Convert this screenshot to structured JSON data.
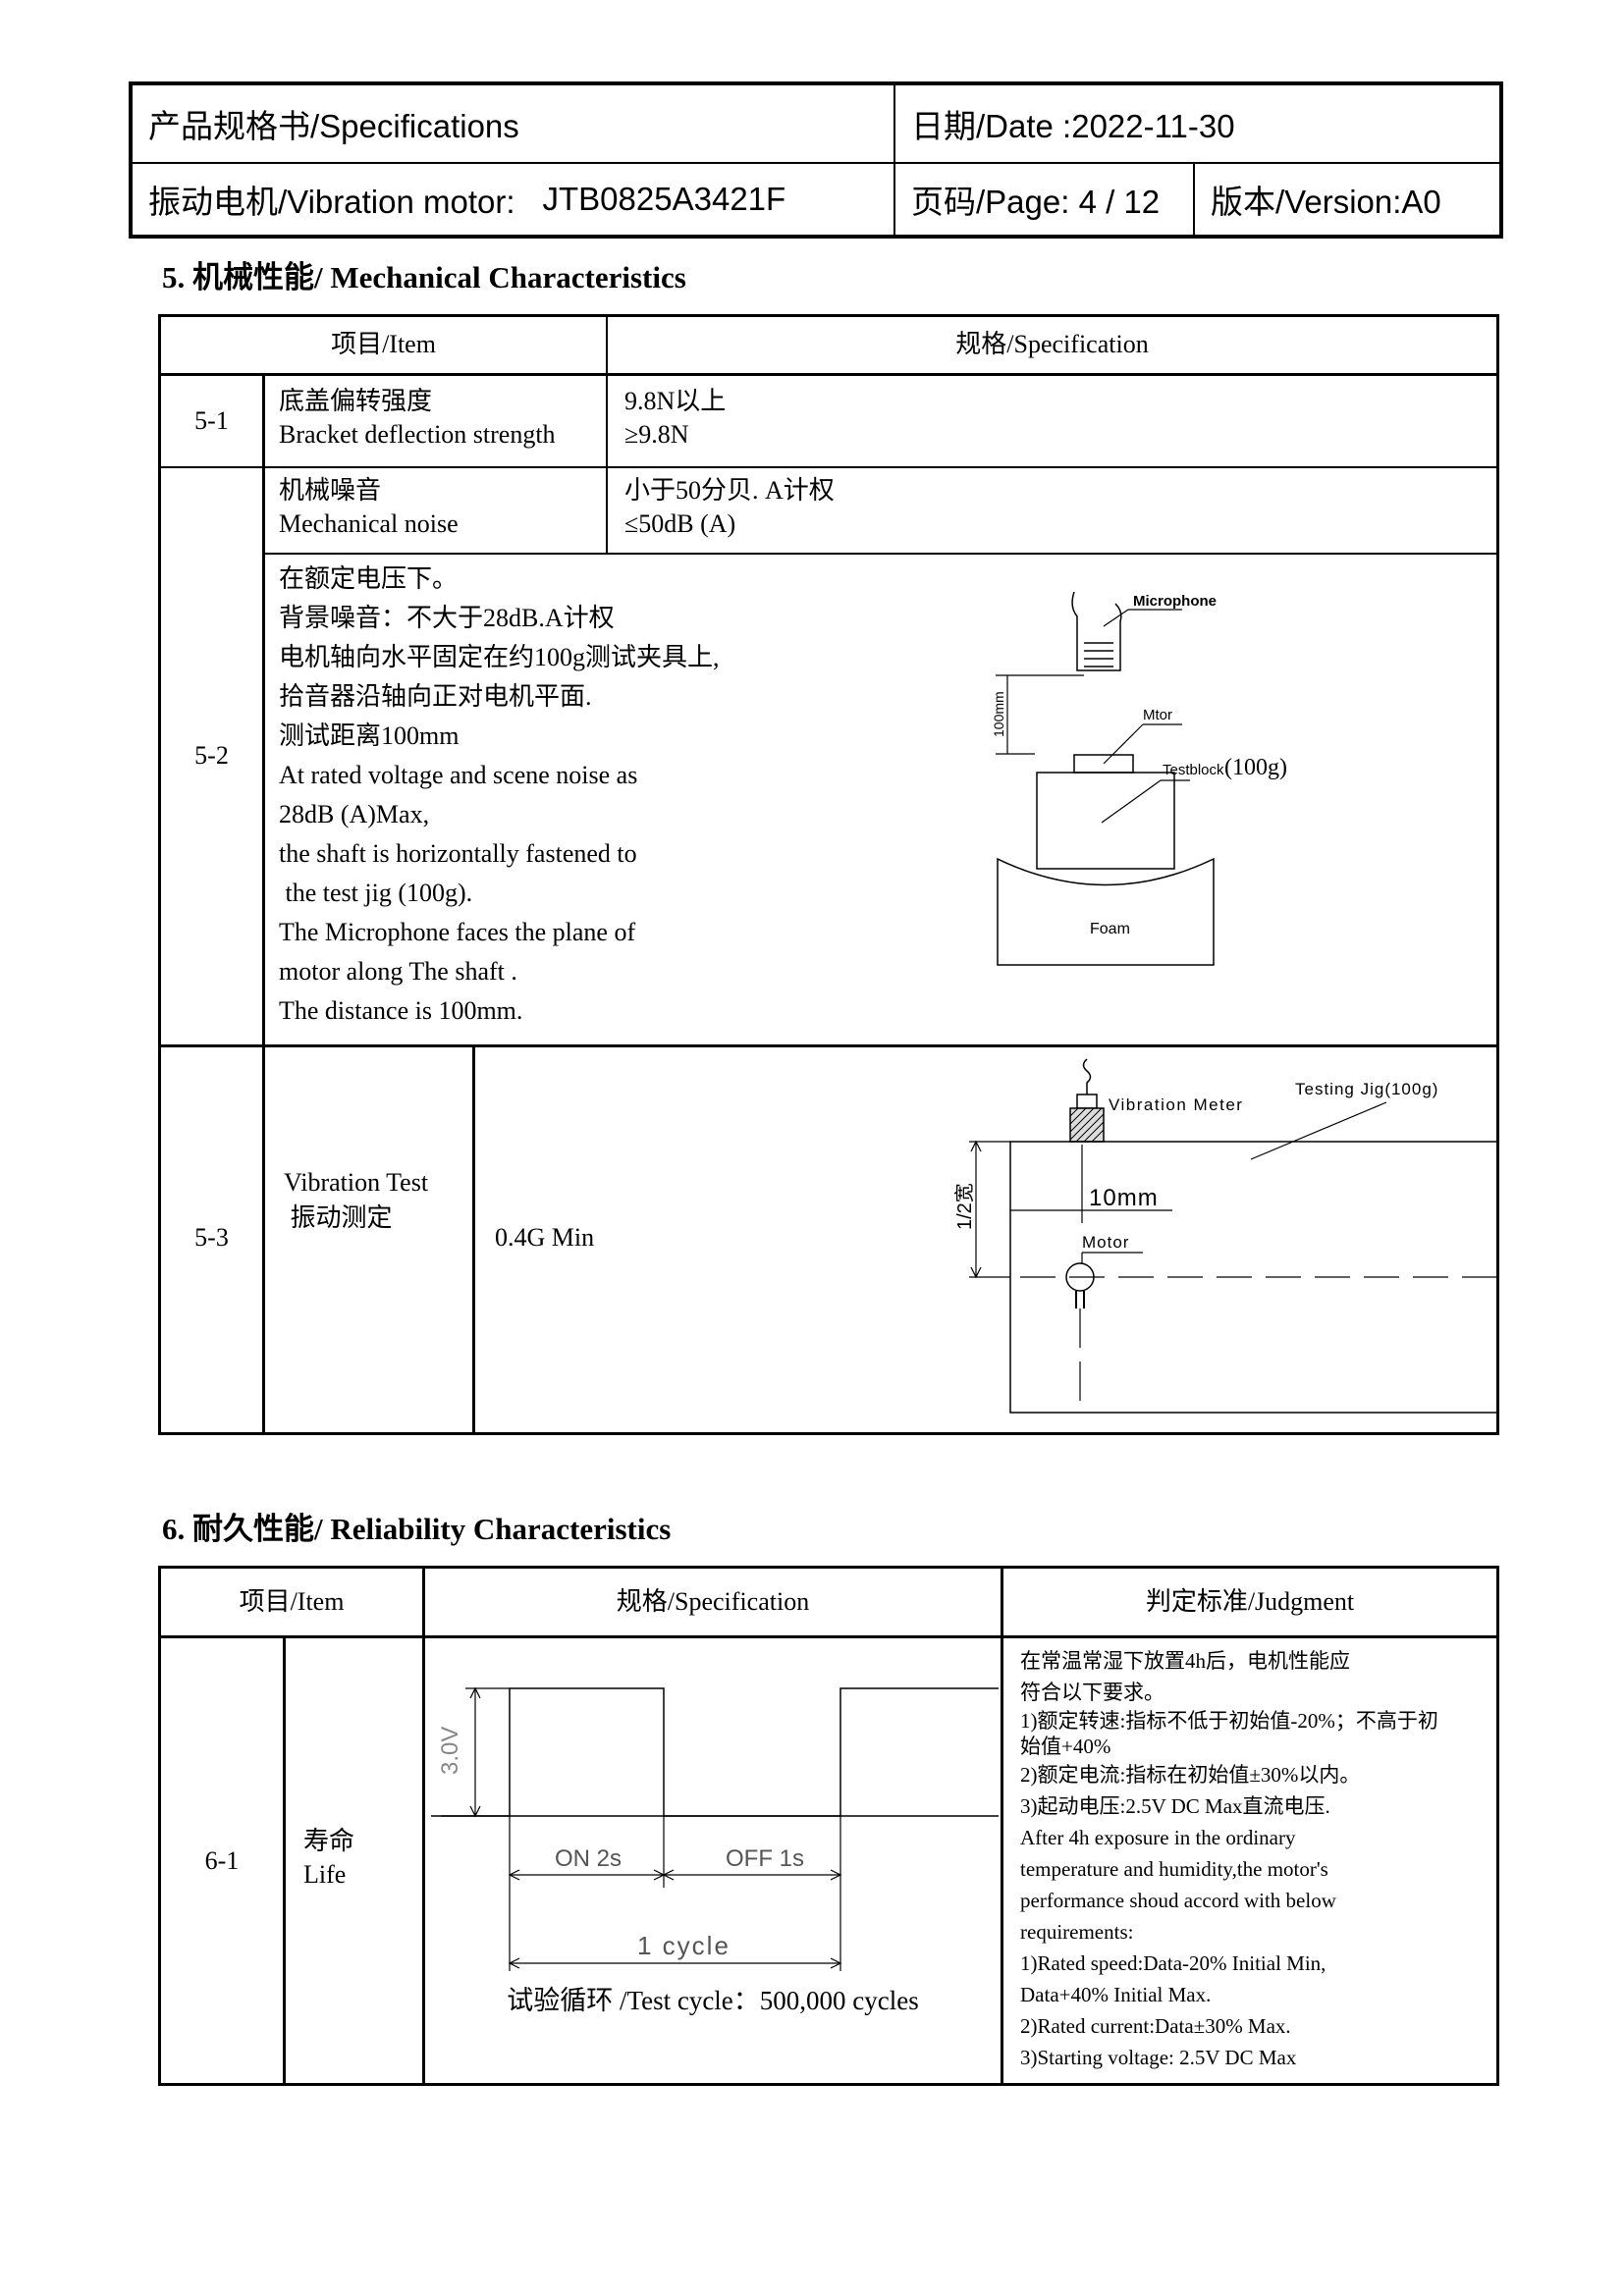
{
  "header": {
    "doc_title": "产品规格书/Specifications",
    "date": "日期/Date :2022-11-30",
    "product_label": "振动电机/Vibration motor:",
    "product_code": "JTB0825A3421F",
    "page": "页码/Page: 4 / 12",
    "version": "版本/Version:A0"
  },
  "section5": {
    "title": "5. 机械性能/ Mechanical Characteristics",
    "col_item": "项目/Item",
    "col_spec": "规格/Specification",
    "rows": [
      {
        "no": "5-1",
        "item_cn": "底盖偏转强度",
        "item_en": "Bracket deflection strength",
        "spec_cn": "9.8N以上",
        "spec_en": "≥9.8N"
      },
      {
        "no": "5-2",
        "item_cn": "机械噪音",
        "item_en": "Mechanical noise",
        "spec_cn": "小于50分贝. A计权",
        "spec_en": "≤50dB (A)"
      }
    ],
    "noise_desc": [
      "在额定电压下。",
      "背景噪音：不大于28dB.A计权",
      "电机轴向水平固定在约100g测试夹具上,",
      "拾音器沿轴向正对电机平面.",
      "测试距离100mm",
      "At rated voltage and scene noise as",
      "28dB (A)Max,",
      "the shaft is horizontally fastened to",
      " the test jig (100g).",
      "The Microphone faces the plane of",
      "motor along The shaft .",
      "The distance is 100mm."
    ],
    "noise_diagram": {
      "microphone": "Microphone",
      "distance": "100mm",
      "motor": "Mtor",
      "testblock": "Testblock",
      "testblock_weight": "(100g)",
      "foam": "Foam"
    },
    "vib": {
      "no": "5-3",
      "item_en": "Vibration Test",
      "item_cn": " 振动测定",
      "spec": "0.4G Min",
      "diagram": {
        "meter": "Vibration Meter",
        "jig": "Testing Jig(100g)",
        "half_width": "1/2宽",
        "distance": "10mm",
        "motor": "Motor"
      }
    }
  },
  "section6": {
    "title": "6. 耐久性能/ Reliability Characteristics",
    "col_item": "项目/Item",
    "col_spec": "规格/Specification",
    "col_judg": "判定标准/Judgment",
    "row": {
      "no": "6-1",
      "item_cn": "寿命",
      "item_en": "Life",
      "waveform": {
        "voltage": "3.0V",
        "on": "ON 2s",
        "off": "OFF 1s",
        "cycle": "1 cycle"
      },
      "test_cycle": "试验循环 /Test cycle：500,000 cycles",
      "judgment": [
        "在常温常湿下放置4h后，电机性能应",
        "符合以下要求。",
        "1)额定转速:指标不低于初始值-20%；不高于初",
        "始值+40%",
        "2)额定电流:指标在初始值±30%以内。",
        "3)起动电压:2.5V DC Max直流电压.",
        "After 4h exposure in the ordinary",
        "temperature and humidity,the motor's",
        "performance shoud accord with below",
        "requirements:",
        "1)Rated speed:Data-20% Initial Min,",
        "Data+40% Initial Max.",
        "2)Rated current:Data±30% Max.",
        "3)Starting voltage: 2.5V DC Max"
      ]
    }
  }
}
